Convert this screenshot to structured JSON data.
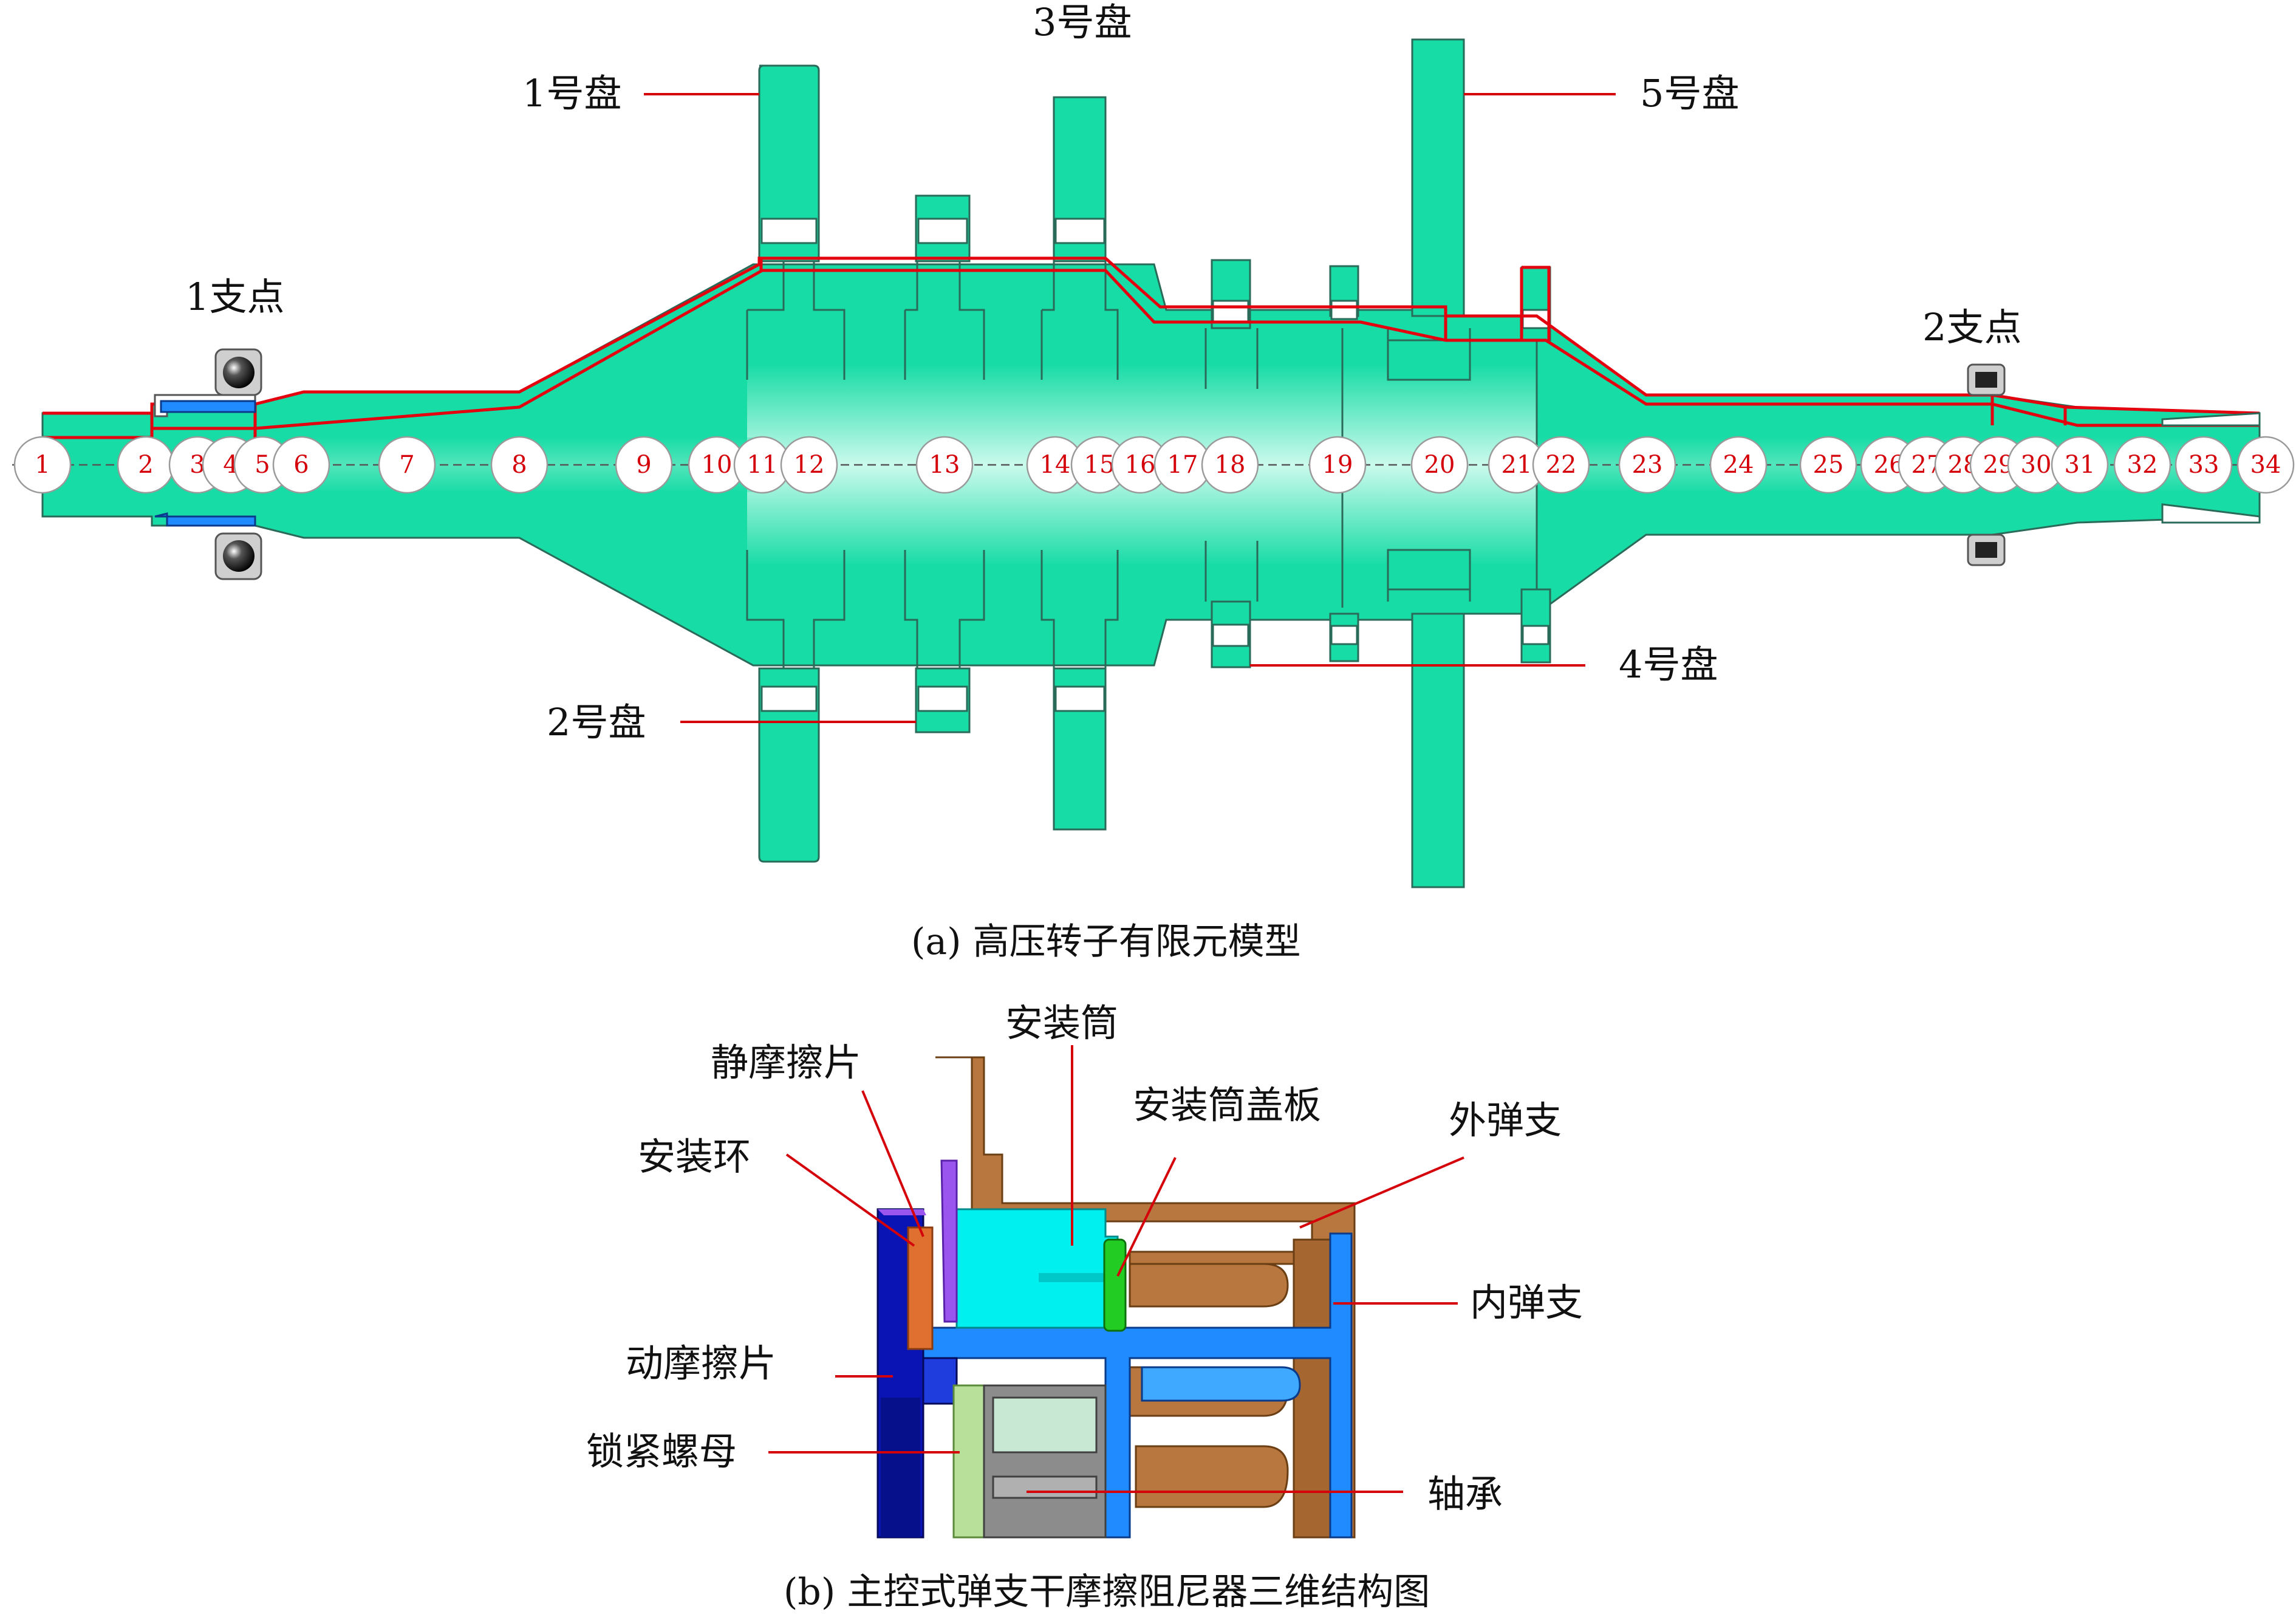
{
  "figure_a": {
    "caption": "(a) 高压转子有限元模型",
    "labels": {
      "disk1": "1号盘",
      "disk2": "2号盘",
      "disk3": "3号盘",
      "disk4": "4号盘",
      "disk5": "5号盘",
      "support1": "1支点",
      "support2": "2支点"
    },
    "nodes": [
      "1",
      "2",
      "3",
      "4",
      "5",
      "6",
      "7",
      "8",
      "9",
      "10",
      "11",
      "12",
      "13",
      "14",
      "15",
      "16",
      "17",
      "18",
      "19",
      "20",
      "21",
      "22",
      "23",
      "24",
      "25",
      "26",
      "27",
      "28",
      "29",
      "30",
      "31",
      "32",
      "33",
      "34"
    ]
  },
  "figure_b": {
    "caption": "(b) 主控式弹支干摩擦阻尼器三维结构图",
    "labels": {
      "mount_cylinder": "安装筒",
      "static_friction_plate": "静摩擦片",
      "mount_cover": "安装筒盖板",
      "outer_spring": "外弹支",
      "mount_ring": "安装环",
      "inner_spring": "内弹支",
      "dynamic_friction_plate": "动摩擦片",
      "lock_nut": "锁紧螺母",
      "bearing": "轴承"
    }
  },
  "colors": {
    "rotor": "#18dca6",
    "leader": "#d4000a",
    "node_text": "#d4000a",
    "bronze": "#b8773e",
    "cyan": "#00f0f0",
    "blue": "#1f8bff",
    "navy": "#0a14b4",
    "purple": "#9955ee",
    "green": "#22cc22",
    "orange": "#e07030",
    "pale_green": "#b8e09a",
    "gray": "#8c8c8c"
  }
}
